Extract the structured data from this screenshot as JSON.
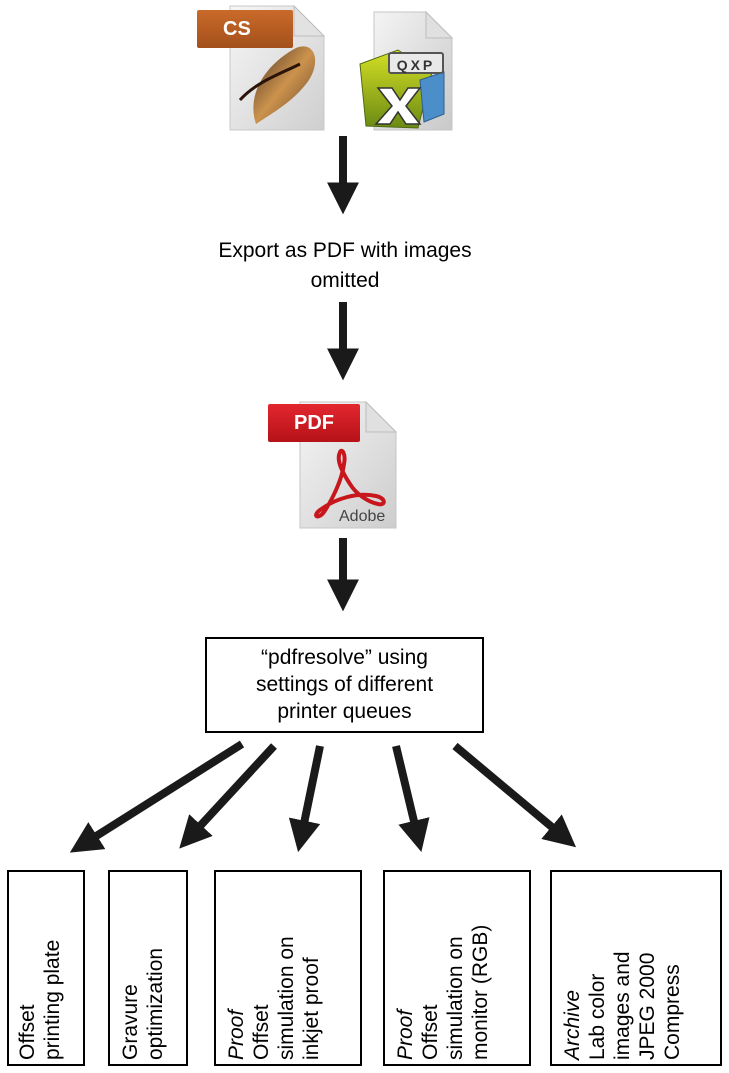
{
  "icons": {
    "cs_label": "CS",
    "qxp_label": "QXP",
    "pdf_label": "PDF",
    "adobe_label": "Adobe"
  },
  "steps": {
    "export_line1": "Export as PDF with images",
    "export_line2": "omitted",
    "resolve_line1": "“pdfresolve” using",
    "resolve_line2": "settings of different",
    "resolve_line3": "printer queues"
  },
  "outputs": [
    {
      "lines": [
        "Offset",
        "printing plate"
      ]
    },
    {
      "lines": [
        "Gravure",
        "optimization"
      ]
    },
    {
      "tag": "Proof",
      "lines": [
        "Offset",
        "simulation on",
        "inkjet proof"
      ]
    },
    {
      "tag": "Proof",
      "lines": [
        "Offset",
        "simulation on",
        "monitor (RGB)"
      ]
    },
    {
      "tag": "Archive",
      "lines": [
        "Lab color",
        "images and",
        "JPEG 2000",
        "Compress"
      ]
    }
  ],
  "colors": {
    "cs_brand": "#b85a22",
    "pdf_brand": "#d11a22",
    "arrow": "#1a1a1a"
  }
}
